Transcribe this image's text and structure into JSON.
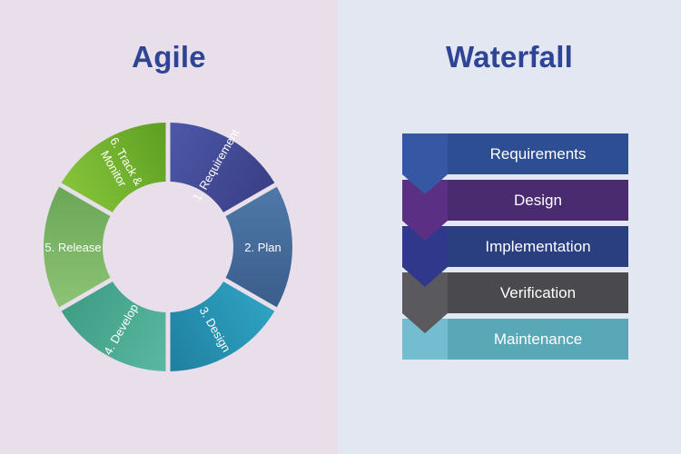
{
  "agile": {
    "title": "Agile",
    "steps": [
      {
        "label": "1. Requirement",
        "color_a": "#4d58a8",
        "color_b": "#3a3f86"
      },
      {
        "label": "2. Plan",
        "color_a": "#4f79a9",
        "color_b": "#3a5d8b"
      },
      {
        "label": "3. Design",
        "color_a": "#2fa3c2",
        "color_b": "#1f7fa0"
      },
      {
        "label": "4. Develop",
        "color_a": "#5ab9a0",
        "color_b": "#3f9c85"
      },
      {
        "label": "5. Release",
        "color_a": "#8cc474",
        "color_b": "#6aa657"
      },
      {
        "label": "6. Track & Monitor",
        "color_a": "#86c43a",
        "color_b": "#5d9e22"
      }
    ]
  },
  "waterfall": {
    "title": "Waterfall",
    "steps": [
      {
        "label": "Requirements",
        "bar": "#2d4e92",
        "tab": "#3557a4"
      },
      {
        "label": "Design",
        "bar": "#4a2b70",
        "tab": "#5a2f84"
      },
      {
        "label": "Implementation",
        "bar": "#293f80",
        "tab": "#30388c"
      },
      {
        "label": "Verification",
        "bar": "#4a4a4e",
        "tab": "#5a5a5e"
      },
      {
        "label": "Maintenance",
        "bar": "#58a8b8",
        "tab": "#74bdd0"
      }
    ]
  }
}
